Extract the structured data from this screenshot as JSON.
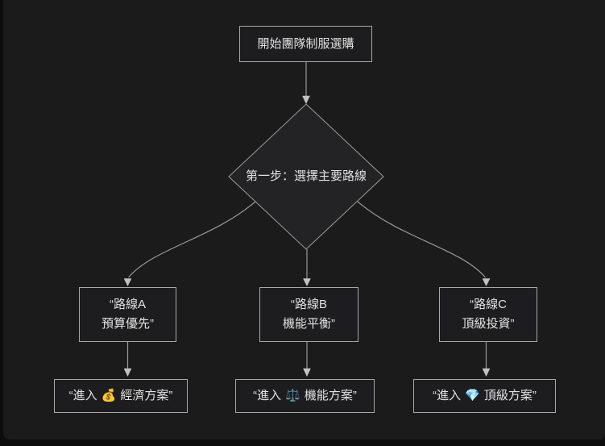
{
  "palette": {
    "outer_background": "#0d0d0f",
    "canvas_background": "#1b1b1c",
    "node_fill": "#1d1d1f",
    "diamond_fill": "#232325",
    "node_border": "#a8a8a8",
    "edge_color": "#999999",
    "arrow_color": "#c2c2c2",
    "text_color": "#e2e2e2"
  },
  "flowchart": {
    "start": {
      "label": "開始團隊制服選購"
    },
    "decision": {
      "label": "第一步：選擇主要路線"
    },
    "routes": [
      {
        "line1": "“路線A",
        "line2": "預算優先”"
      },
      {
        "line1": "“路線B",
        "line2": "機能平衡”"
      },
      {
        "line1": "“路線C",
        "line2": "頂級投資”"
      }
    ],
    "plans": [
      {
        "prefix": "“進入",
        "icon": "💰",
        "suffix": "經濟方案”"
      },
      {
        "prefix": "“進入",
        "icon": "⚖️",
        "suffix": "機能方案”"
      },
      {
        "prefix": "“進入",
        "icon": "💎",
        "suffix": "頂級方案”"
      }
    ]
  }
}
